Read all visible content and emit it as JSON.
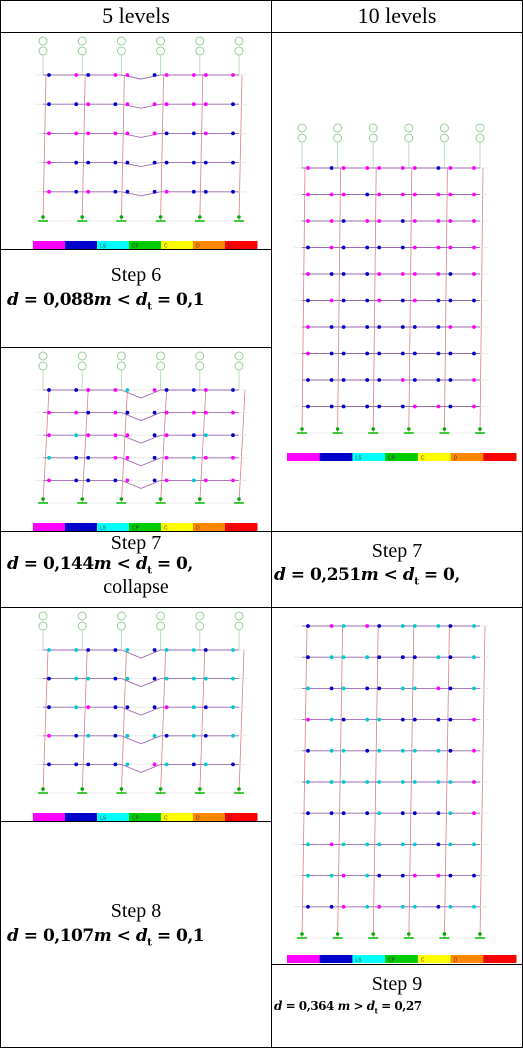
{
  "headers": {
    "col1": "5 levels",
    "col2": "10 levels"
  },
  "rows": {
    "r1_left": {
      "step": "Step 6",
      "equation": "d = 0,088m < d_t = 0,1"
    },
    "r2_left": {
      "step": "Step 7",
      "equation": "d = 0,144m < d_t = 0,",
      "note": "collapse"
    },
    "r2_right": {
      "step": "Step 7",
      "equation": "d = 0,251m < d_t = 0,"
    },
    "r3_left": {
      "step": "Step 8",
      "equation": "d = 0,107m < d_t = 0,1"
    },
    "r3_right": {
      "step": "Step 9",
      "equation": "d = 0,364 m > d_t = 0,27"
    }
  },
  "legend": {
    "colors": [
      "#ff00ff",
      "#0000cc",
      "#00ffff",
      "#00cc00",
      "#ffff00",
      "#ff8800",
      "#ff0000"
    ],
    "labels": [
      "",
      "",
      "LS",
      "CP",
      "C",
      "D",
      "E"
    ]
  },
  "hinge_colors": {
    "ioo": "#ff00ff",
    "io": "#0000cc",
    "ls": "#00cccc",
    "col": "#00aa00"
  }
}
